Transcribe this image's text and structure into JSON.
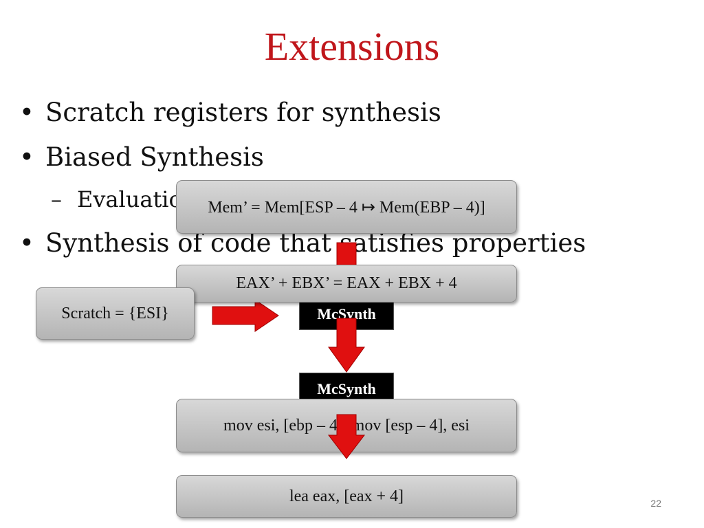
{
  "slide": {
    "title": "Extensions",
    "bullets": [
      "Scratch registers for synthesis",
      "Biased Synthesis",
      "Synthesis of code that satisfies properties"
    ],
    "sub_bullet": "Evaluation",
    "bullet_marker": "•",
    "sub_marker": "–",
    "page_number": "22"
  },
  "diagram": {
    "mem_box": "Mem’ = Mem[ESP – 4 ↦ Mem(EBP – 4)]",
    "eax_box": "EAX’ + EBX’ = EAX + EBX + 4",
    "scratch_box": "Scratch = {ESI}",
    "mcsynth_label": "McSynth",
    "mov_box": "mov esi, [ebp – 4]; mov [esp – 4], esi",
    "lea_box": "lea eax, [eax + 4]",
    "colors": {
      "arrow": "#e01010",
      "title": "#c0161b"
    }
  }
}
